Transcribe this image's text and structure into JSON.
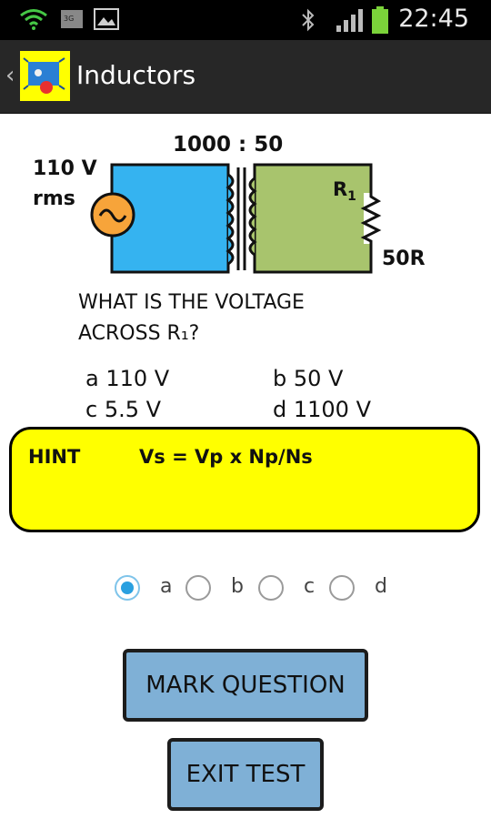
{
  "status_bar": {
    "time": "22:45",
    "icons": [
      "wifi-icon",
      "3g-icon",
      "image-icon",
      "bluetooth-icon",
      "signal-icon",
      "battery-icon"
    ],
    "battery_color": "#7bd33a",
    "wifi_color": "#45c845"
  },
  "action_bar": {
    "back_glyph": "‹",
    "title": "Inductors",
    "icon_bg": "#ffff00"
  },
  "diagram": {
    "turns_ratio": "1000 : 50",
    "source_voltage": "110 V",
    "source_unit": "rms",
    "resistor_name": "R",
    "resistor_subscript": "1",
    "resistor_value": "50R",
    "primary_fill": "#35b3f0",
    "secondary_fill": "#a8c46d",
    "source_fill": "#f7a43a"
  },
  "question": {
    "line1": "WHAT IS THE VOLTAGE",
    "line2": "ACROSS R₁?"
  },
  "options": {
    "a": "a 110 V",
    "b": "b 50 V",
    "c": "c 5.5 V",
    "d": "d 1100 V"
  },
  "hint": {
    "label": "HINT",
    "formula": "Vs = Vp x Np/Ns"
  },
  "answer_radios": {
    "selected": "a",
    "choices": [
      "a",
      "b",
      "c",
      "d"
    ]
  },
  "buttons": {
    "mark": "MARK QUESTION",
    "exit": "EXIT TEST",
    "color": "#7fb0d6"
  }
}
